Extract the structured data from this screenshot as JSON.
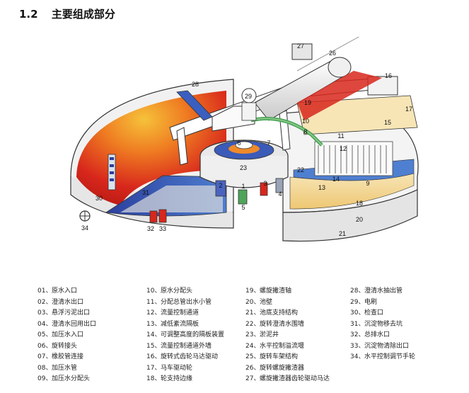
{
  "heading": {
    "number": "1.2",
    "title": "主要组成部分"
  },
  "callouts": [
    "1",
    "2",
    "3",
    "4",
    "5",
    "6",
    "7",
    "8",
    "9",
    "10",
    "11",
    "12",
    "13",
    "14",
    "15",
    "16",
    "17",
    "18",
    "19",
    "20",
    "21",
    "22",
    "23",
    "26",
    "27",
    "28",
    "29",
    "30",
    "31",
    "32",
    "33",
    "34"
  ],
  "legend": [
    [
      {
        "n": "01、",
        "t": "原水入口"
      },
      {
        "n": "02、",
        "t": "澄清水出口"
      },
      {
        "n": "03、",
        "t": "悬浮污泥出口"
      },
      {
        "n": "04、",
        "t": "澄清水回用出口"
      },
      {
        "n": "05、",
        "t": "加压水入口"
      },
      {
        "n": "06、",
        "t": "旋转接头"
      },
      {
        "n": "07、",
        "t": "橡胶管连接"
      },
      {
        "n": "08、",
        "t": "加压水管"
      },
      {
        "n": "09、",
        "t": "加压水分配头"
      }
    ],
    [
      {
        "n": "10、",
        "t": "原水分配头"
      },
      {
        "n": "11、",
        "t": "分配总管出水小管"
      },
      {
        "n": "12、",
        "t": "流量控制通道"
      },
      {
        "n": "13、",
        "t": "减低紊流隔板"
      },
      {
        "n": "14、",
        "t": "可调整高度的隔板装置"
      },
      {
        "n": "15、",
        "t": "流量控制通道外墙"
      },
      {
        "n": "16、",
        "t": "旋转式齿轮马达驱动"
      },
      {
        "n": "17、",
        "t": "马车驱动轮"
      },
      {
        "n": "18、",
        "t": "轮支持边缘"
      }
    ],
    [
      {
        "n": "19、",
        "t": "螺旋撇渣轴"
      },
      {
        "n": "20、",
        "t": "池壁"
      },
      {
        "n": "21、",
        "t": "池底支持结构"
      },
      {
        "n": "22、",
        "t": "旋转澄清水围墙"
      },
      {
        "n": "23、",
        "t": "淤泥井"
      },
      {
        "n": "24、",
        "t": "水平控制溢流堰"
      },
      {
        "n": "25、",
        "t": "旋转车架结构"
      },
      {
        "n": "26、",
        "t": "旋转螺旋撇渣器"
      },
      {
        "n": "27、",
        "t": "螺旋撇渣器齿轮驱动马达"
      }
    ],
    [
      {
        "n": "28、",
        "t": "澄清水抽出管"
      },
      {
        "n": "29、",
        "t": "电刷"
      },
      {
        "n": "30、",
        "t": "检查口"
      },
      {
        "n": "31、",
        "t": "沉淀物移去坑"
      },
      {
        "n": "32、",
        "t": "总排水口"
      },
      {
        "n": "33、",
        "t": "沉淀物清除出口"
      },
      {
        "n": "34、",
        "t": "水平控制调节手轮"
      }
    ]
  ]
}
